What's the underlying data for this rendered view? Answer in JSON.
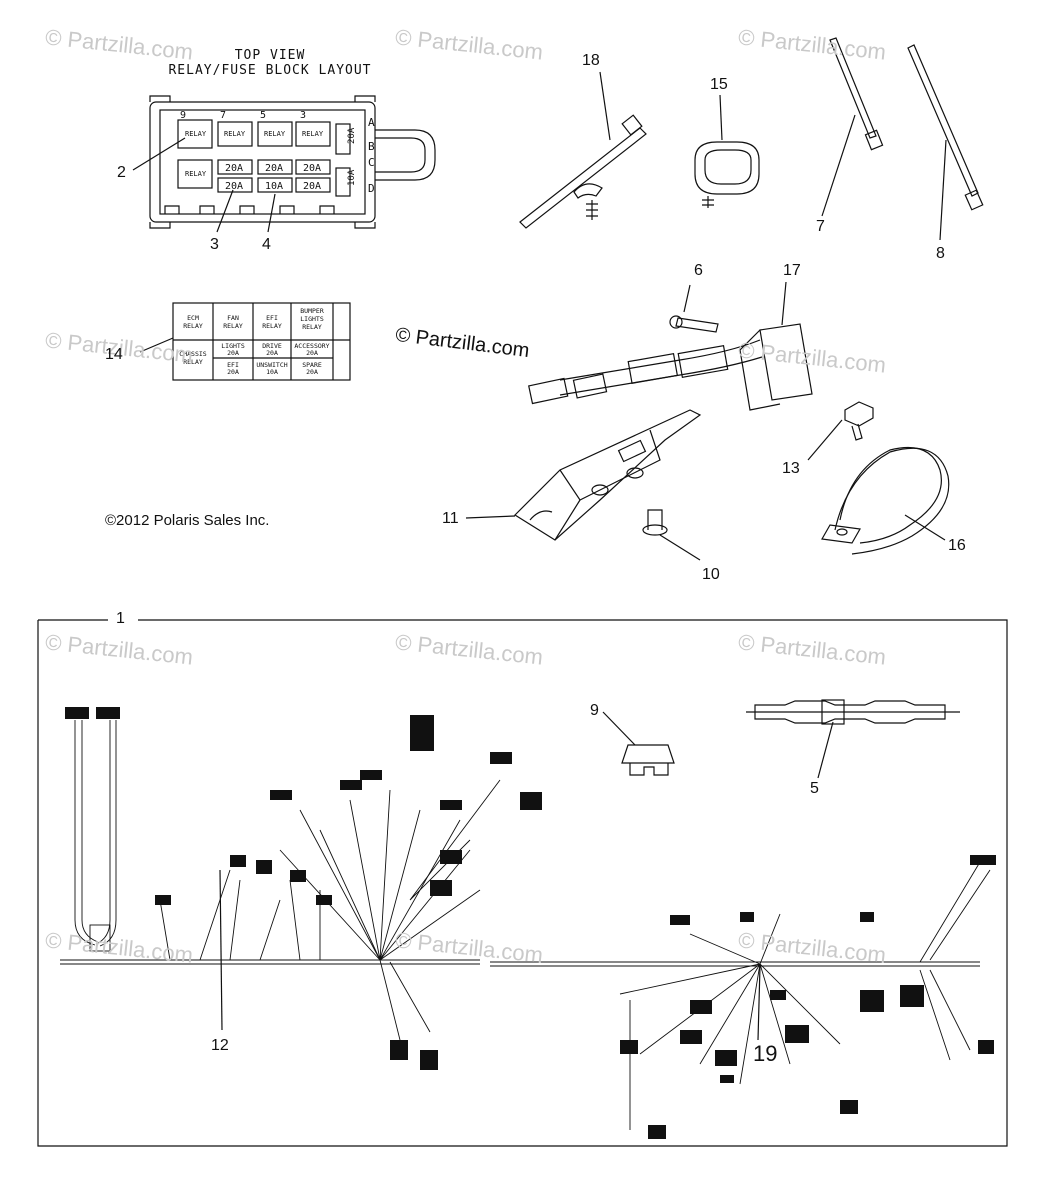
{
  "watermark": "© Partzilla.com",
  "center_watermark": "© Partzilla.com",
  "relay_block": {
    "title_line1": "TOP VIEW",
    "title_line2": "RELAY/FUSE BLOCK LAYOUT",
    "pin_labels": [
      "9",
      "7",
      "5",
      "3"
    ],
    "row_labels": [
      "A",
      "B",
      "C",
      "D"
    ],
    "relay_label": "RELAY",
    "fuses_row1": [
      "20A",
      "20A",
      "20A"
    ],
    "fuses_row2": [
      "20A",
      "10A",
      "20A"
    ],
    "side_fuses": [
      "20A",
      "10A"
    ]
  },
  "decal": {
    "cells": [
      "ECM RELAY",
      "FAN RELAY",
      "EFI RELAY",
      "BUMPER LIGHTS RELAY",
      "CHASSIS RELAY",
      "LIGHTS 20A",
      "DRIVE 20A",
      "ACCESSORY 20A",
      "EFI 20A",
      "UNSWITCH 10A",
      "SPARE 20A"
    ]
  },
  "copyright": "©2012 Polaris Sales Inc.",
  "callouts": {
    "c1": "1",
    "c2": "2",
    "c3": "3",
    "c4": "4",
    "c5": "5",
    "c6": "6",
    "c7": "7",
    "c8": "8",
    "c9": "9",
    "c10": "10",
    "c11": "11",
    "c12": "12",
    "c13": "13",
    "c14": "14",
    "c15": "15",
    "c16": "16",
    "c17": "17",
    "c18": "18",
    "c19": "19"
  }
}
